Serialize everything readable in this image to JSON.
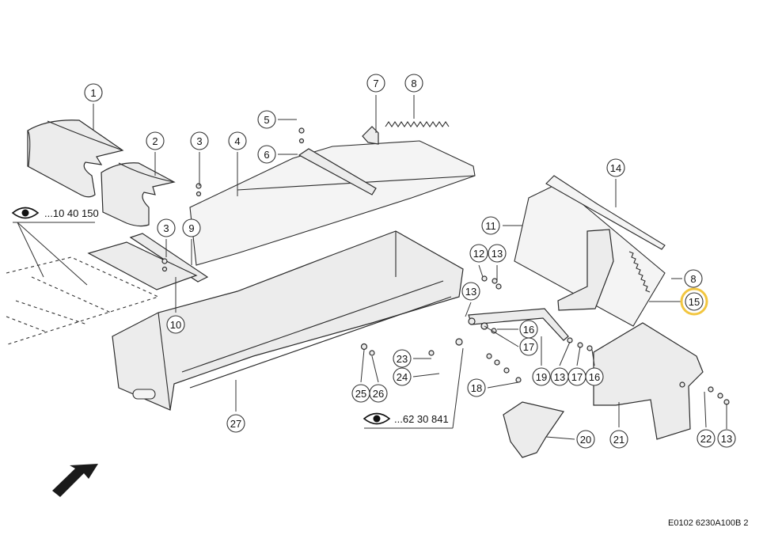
{
  "figure": {
    "document_code": "E0102 6230A100B 2",
    "references": [
      {
        "id": "ref-top",
        "text": "...10 40 150"
      },
      {
        "id": "ref-bottom",
        "text": "...62 30 841"
      }
    ],
    "highlighted_callout": "15",
    "callouts": [
      {
        "id": "c1",
        "label": "1"
      },
      {
        "id": "c2",
        "label": "2"
      },
      {
        "id": "c3a",
        "label": "3"
      },
      {
        "id": "c4",
        "label": "4"
      },
      {
        "id": "c5",
        "label": "5"
      },
      {
        "id": "c6",
        "label": "6"
      },
      {
        "id": "c7",
        "label": "7"
      },
      {
        "id": "c8a",
        "label": "8"
      },
      {
        "id": "c3b",
        "label": "3"
      },
      {
        "id": "c9",
        "label": "9"
      },
      {
        "id": "c10",
        "label": "10"
      },
      {
        "id": "c11",
        "label": "11"
      },
      {
        "id": "c12",
        "label": "12"
      },
      {
        "id": "c13a",
        "label": "13"
      },
      {
        "id": "c13b",
        "label": "13"
      },
      {
        "id": "c14",
        "label": "14"
      },
      {
        "id": "c8b",
        "label": "8"
      },
      {
        "id": "c15",
        "label": "15"
      },
      {
        "id": "c16a",
        "label": "16"
      },
      {
        "id": "c17a",
        "label": "17"
      },
      {
        "id": "c23",
        "label": "23"
      },
      {
        "id": "c24",
        "label": "24"
      },
      {
        "id": "c19",
        "label": "19"
      },
      {
        "id": "c13c",
        "label": "13"
      },
      {
        "id": "c17b",
        "label": "17"
      },
      {
        "id": "c16b",
        "label": "16"
      },
      {
        "id": "c18",
        "label": "18"
      },
      {
        "id": "c25",
        "label": "25"
      },
      {
        "id": "c26",
        "label": "26"
      },
      {
        "id": "c27",
        "label": "27"
      },
      {
        "id": "c20",
        "label": "20"
      },
      {
        "id": "c21",
        "label": "21"
      },
      {
        "id": "c22",
        "label": "22"
      },
      {
        "id": "c13d",
        "label": "13"
      }
    ]
  }
}
